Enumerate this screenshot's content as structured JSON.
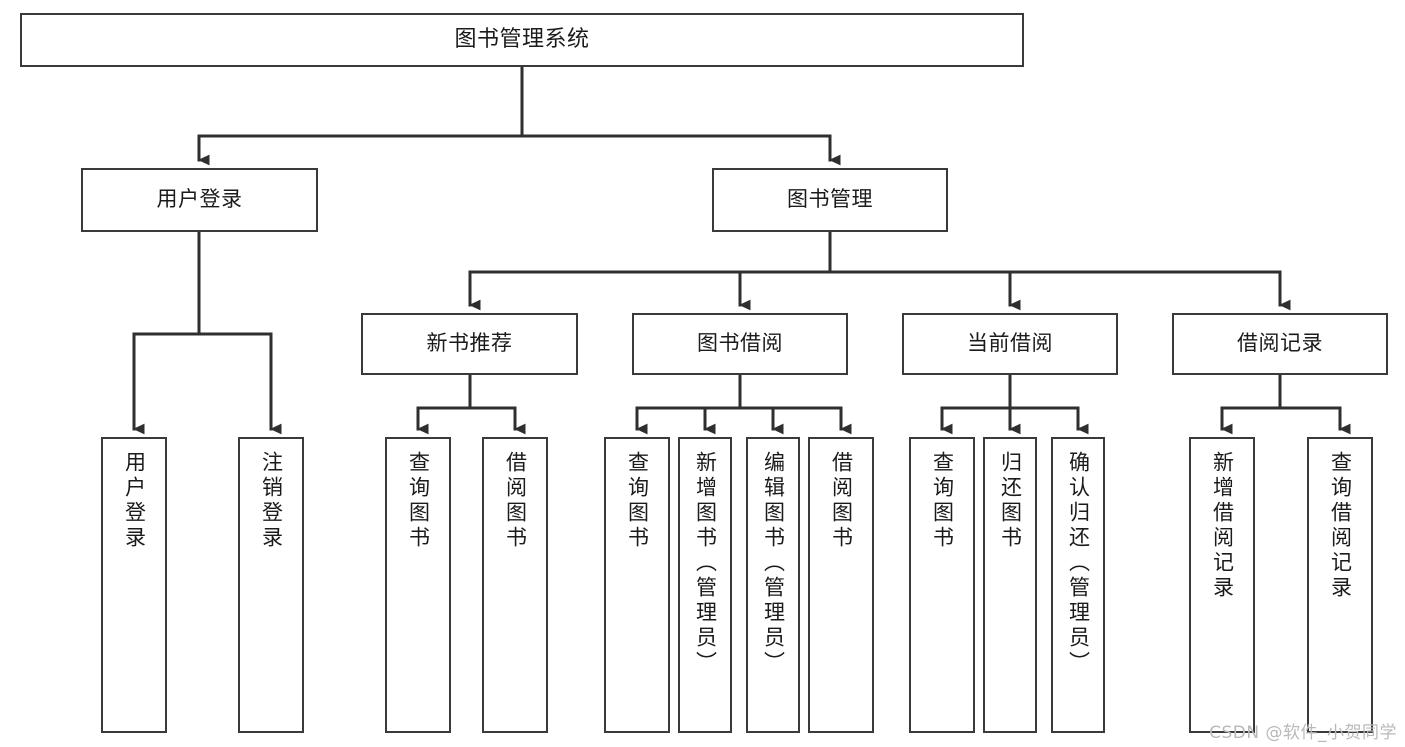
{
  "diagram": {
    "type": "tree-hierarchy-chart",
    "title": "图书管理系统",
    "watermark": "CSDN @软件_小贺同学",
    "colors": {
      "border": "#3a3a3a",
      "background": "#ffffff",
      "text": "#1b1b1b",
      "watermark": "#b9b9b9"
    }
  },
  "nodes": {
    "root": {
      "label": "图书管理系统"
    },
    "level2": [
      {
        "id": "user-login",
        "label": "用户登录"
      },
      {
        "id": "book-manage",
        "label": "图书管理"
      }
    ],
    "level3": [
      {
        "id": "new-book-recommend",
        "label": "新书推荐"
      },
      {
        "id": "book-borrow",
        "label": "图书借阅"
      },
      {
        "id": "current-borrow",
        "label": "当前借阅"
      },
      {
        "id": "borrow-record",
        "label": "借阅记录"
      }
    ],
    "leaves": [
      {
        "id": "leaf-user-login",
        "label": "用户登录",
        "parent": "user-login"
      },
      {
        "id": "leaf-logout-login",
        "label": "注销登录",
        "parent": "user-login"
      },
      {
        "id": "leaf-query-book-1",
        "label": "查询图书",
        "parent": "new-book-recommend"
      },
      {
        "id": "leaf-borrow-book-1",
        "label": "借阅图书",
        "parent": "new-book-recommend"
      },
      {
        "id": "leaf-query-book-2",
        "label": "查询图书",
        "parent": "book-borrow"
      },
      {
        "id": "leaf-add-book-admin",
        "label": "新增图书（管理员）",
        "parent": "book-borrow"
      },
      {
        "id": "leaf-edit-book-admin",
        "label": "编辑图书（管理员）",
        "parent": "book-borrow"
      },
      {
        "id": "leaf-borrow-book-2",
        "label": "借阅图书",
        "parent": "book-borrow"
      },
      {
        "id": "leaf-query-book-3",
        "label": "查询图书",
        "parent": "current-borrow"
      },
      {
        "id": "leaf-return-book",
        "label": "归还图书",
        "parent": "current-borrow"
      },
      {
        "id": "leaf-confirm-return-admin",
        "label": "确认归还（管理员）",
        "parent": "current-borrow"
      },
      {
        "id": "leaf-add-record",
        "label": "新增借阅记录",
        "parent": "borrow-record"
      },
      {
        "id": "leaf-query-record",
        "label": "查询借阅记录",
        "parent": "borrow-record"
      }
    ]
  }
}
